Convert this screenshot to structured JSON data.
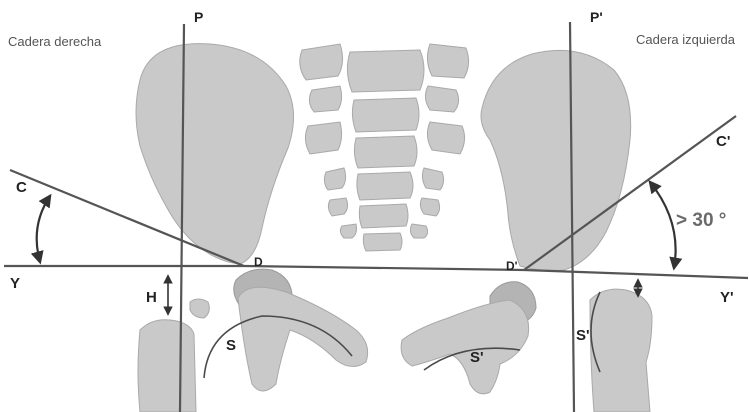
{
  "side_labels": {
    "right_hip": "Cadera derecha",
    "left_hip": "Cadera izquierda"
  },
  "labels": {
    "P": "P",
    "P_prime": "P'",
    "C": "C",
    "C_prime": "C'",
    "Y": "Y",
    "Y_prime": "Y'",
    "D": "D",
    "D_prime": "D'",
    "H": "H",
    "S": "S",
    "S_prime_pelvis": "S'",
    "S_prime_femur": "S'"
  },
  "angle_annotation": "> 30 °"
}
